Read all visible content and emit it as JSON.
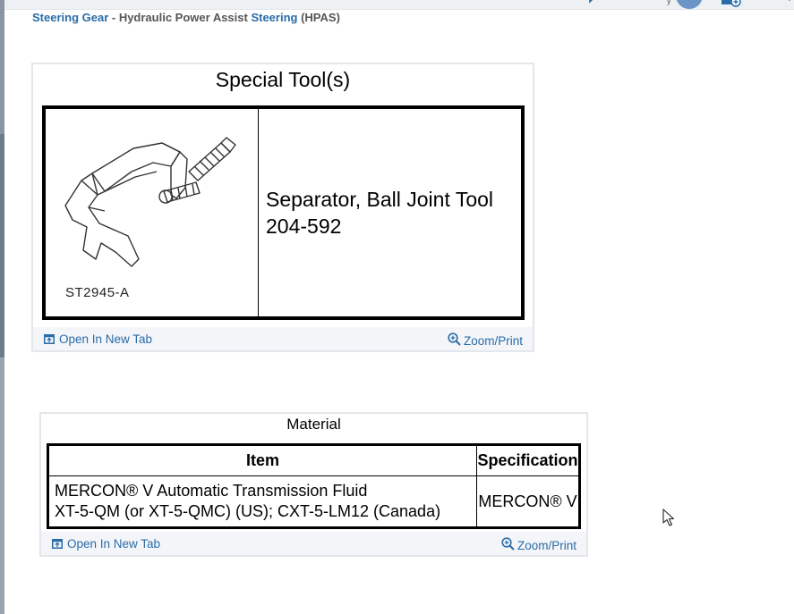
{
  "breadcrumb": {
    "part1": "Steering Gear",
    "separator": " - Hydraulic Power Assist ",
    "part2": "Steering",
    "part3": " (HPAS)"
  },
  "special_tools": {
    "title": "Special Tool(s)",
    "illustration_code": "ST2945-A",
    "tool_name": "Separator, Ball Joint Tool",
    "tool_number": "204-592",
    "open_new_tab": "Open In New Tab",
    "zoom_print": "Zoom/Print"
  },
  "material": {
    "title": "Material",
    "headers": {
      "item": "Item",
      "specification": "Specification"
    },
    "rows": [
      {
        "item_line1": "MERCON® V Automatic Transmission Fluid",
        "item_line2": "XT-5-QM (or XT-5-QMC) (US); CXT-5-LM12 (Canada)",
        "specification": "MERCON® V"
      }
    ],
    "open_new_tab": "Open In New Tab",
    "zoom_print": "Zoom/Print"
  },
  "top_bar": {
    "dot_text": "y"
  },
  "icons": {
    "open_tab": "open-in-new-tab-icon",
    "zoom": "zoom-in-icon",
    "cursor": "mouse-pointer-icon"
  },
  "colors": {
    "link": "#2a6ca8",
    "panel_border": "#e3e6ea",
    "footer_bg": "#f3f5f8",
    "avatar": "#6d94c7"
  }
}
